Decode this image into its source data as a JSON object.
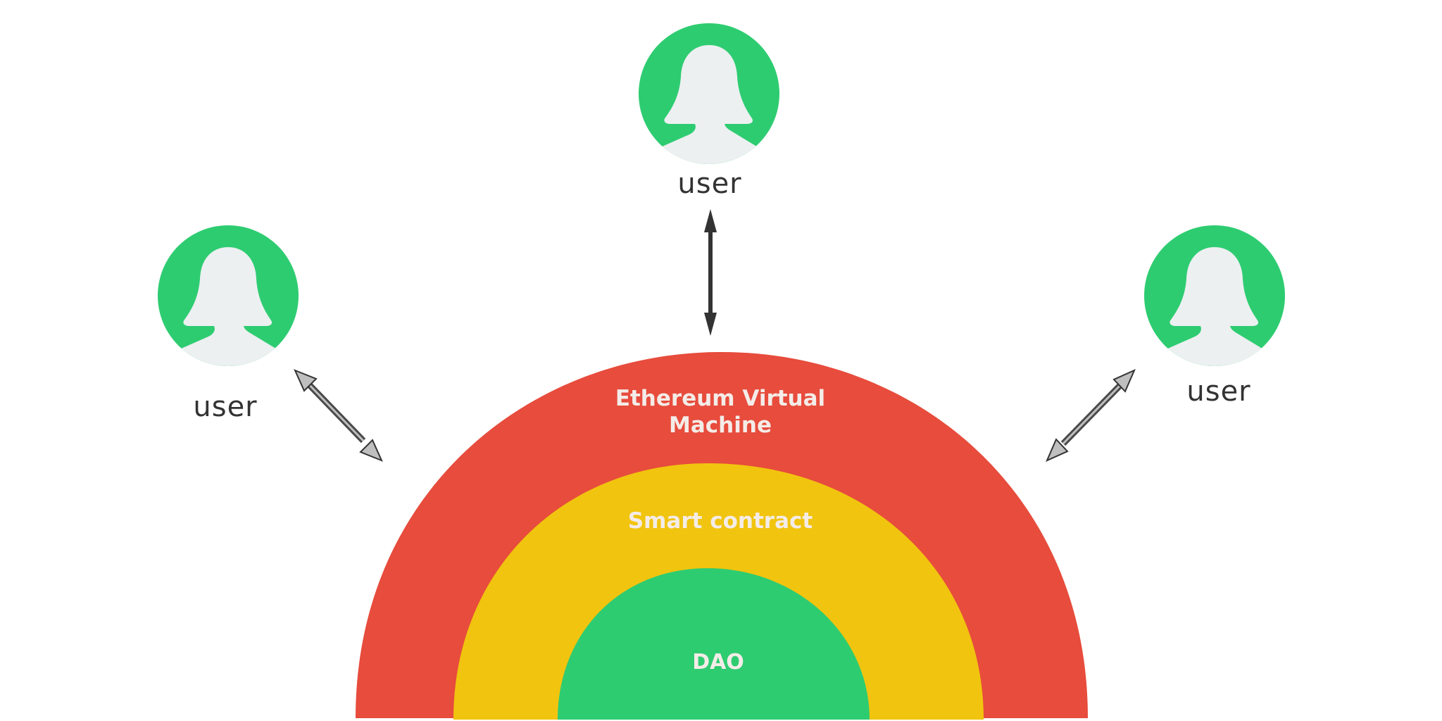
{
  "users": [
    {
      "label": "user"
    },
    {
      "label": "user"
    },
    {
      "label": "user"
    }
  ],
  "layers": {
    "evm": {
      "label_line1": "Ethereum Virtual",
      "label_line2": "Machine",
      "color": "#e74c3c"
    },
    "smart_contract": {
      "label": "Smart contract",
      "color": "#f1c40f"
    },
    "dao": {
      "label": "DAO",
      "color": "#2ecc71"
    }
  },
  "colors": {
    "avatar_bg": "#2ecc71",
    "avatar_silhouette": "#ecf0f1",
    "label_text": "#333333",
    "layer_text": "#f4ece8",
    "arrow": "#333333"
  },
  "icons": [
    "user-avatar-icon",
    "double-arrow-icon"
  ]
}
